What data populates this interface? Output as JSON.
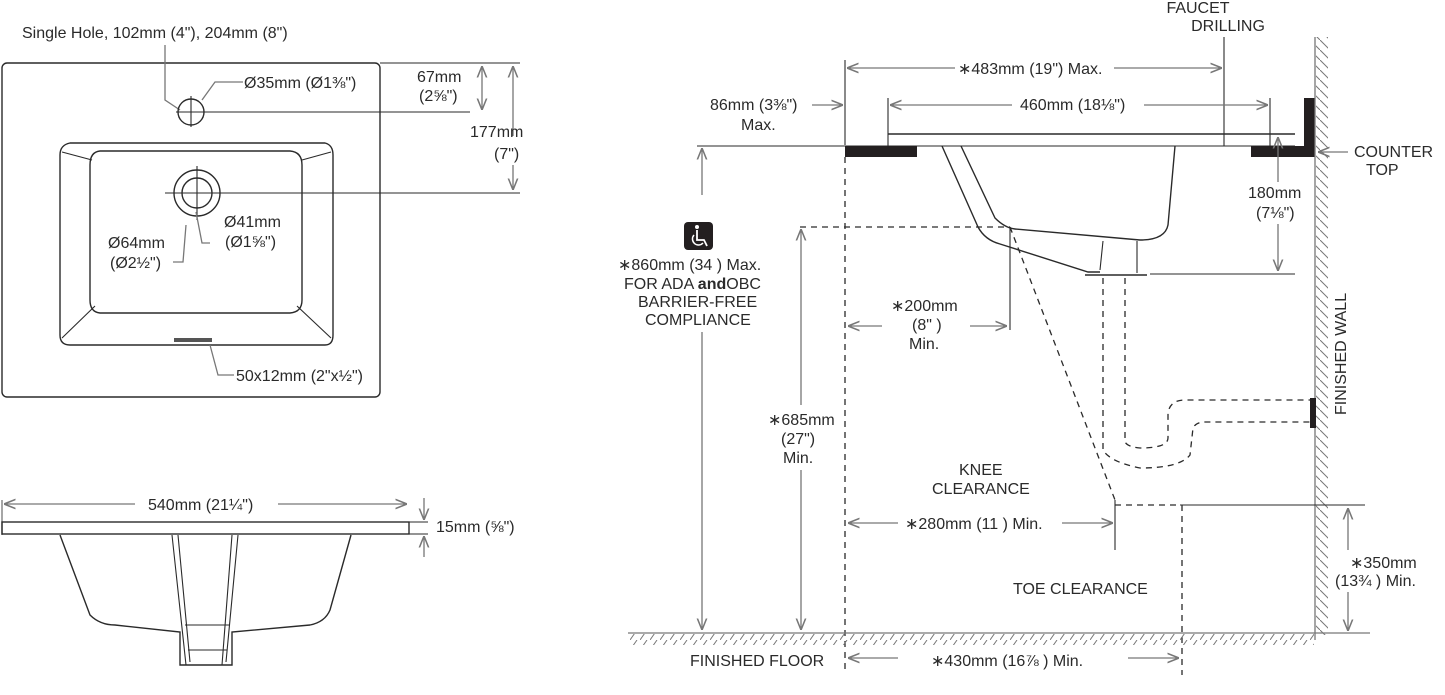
{
  "title": "Vanity Top Sink Installation Drawing",
  "top_view": {
    "faucet_holes": "Single Hole, 102mm (4\"), 204mm (8\")",
    "faucet_hole_dia": "Ø35mm (Ø1⅜\")",
    "faucet_offset": {
      "mm": "67mm",
      "in": "(2⅝\")"
    },
    "drain_offset": {
      "mm": "177mm",
      "in": "(7\")"
    },
    "drain_outer": {
      "mm": "Ø64mm",
      "in": "(Ø2½\")"
    },
    "drain_inner": {
      "mm": "Ø41mm",
      "in": "(Ø1⅝\")"
    },
    "overflow": "50x12mm (2\"x½\")"
  },
  "front_view": {
    "width": "540mm (21¼\")",
    "thickness": "15mm (⅝\")"
  },
  "side_view": {
    "faucet_label": [
      "FAUCET",
      "DRILLING"
    ],
    "depth_max": "∗483mm (19\") Max.",
    "depth_sink": "460mm (18⅛\")",
    "overhang": {
      "mm": "86mm (3⅜\")",
      "note": "Max."
    },
    "counter_top": [
      "COUNTER",
      "TOP"
    ],
    "bowl_depth": {
      "mm": "180mm",
      "in": "(7⅛\")"
    },
    "ada_icon": "wheelchair-accessible",
    "ada_height": "∗860mm (34   ) Max.",
    "ada_line2_a": "FOR ADA ",
    "ada_line2_b": "and",
    "ada_line2_c": "OBC",
    "ada_line3": "BARRIER-FREE",
    "ada_line4": "COMPLIANCE",
    "knee_depth": {
      "mm": "∗200mm",
      "in": "(8\" )",
      "note": "Min."
    },
    "knee_height": {
      "mm": "∗685mm",
      "in": "(27\")",
      "note": "Min."
    },
    "knee_label": [
      "KNEE",
      "CLEARANCE"
    ],
    "knee_width": "∗280mm (11 ) Min.",
    "toe_label": "TOE CLEARANCE",
    "toe_height": {
      "mm": "∗350mm",
      "in": "(13¾   ) Min."
    },
    "toe_depth": "∗430mm (16⅞  ) Min.",
    "floor_label": "FINISHED FLOOR",
    "wall_label": "FINISHED WALL"
  }
}
